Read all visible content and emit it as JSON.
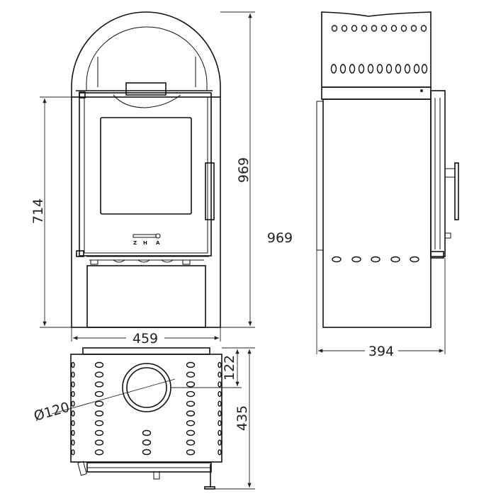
{
  "drawing": {
    "front_view": {
      "height_label": "969",
      "door_height_label": "714",
      "width_label": "459",
      "control_labels": [
        "Z",
        "H",
        "A"
      ]
    },
    "side_view": {
      "height_label": "969",
      "depth_label": "394"
    },
    "top_view": {
      "flue_diameter_label": "Ø120",
      "flue_offset_label": "122",
      "depth_label": "435"
    },
    "colors": {
      "line": "#111111",
      "background": "#ffffff"
    }
  }
}
